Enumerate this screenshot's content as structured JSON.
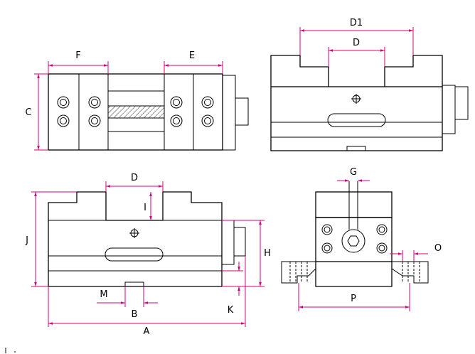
{
  "labels": {
    "F": "F",
    "E": "E",
    "C": "C",
    "D1": "D1",
    "D_top": "D",
    "D_front": "D",
    "I": "I",
    "J": "J",
    "H": "H",
    "M": "M",
    "B": "B",
    "K": "K",
    "A": "A",
    "G": "G",
    "O": "O",
    "P": "P"
  },
  "colors": {
    "outline": "#000000",
    "dimension": "#d4007a",
    "background": "#ffffff"
  },
  "icons": {
    "crosshair": "crosshair-icon",
    "bolt_hole": "bolt-hole-icon"
  }
}
